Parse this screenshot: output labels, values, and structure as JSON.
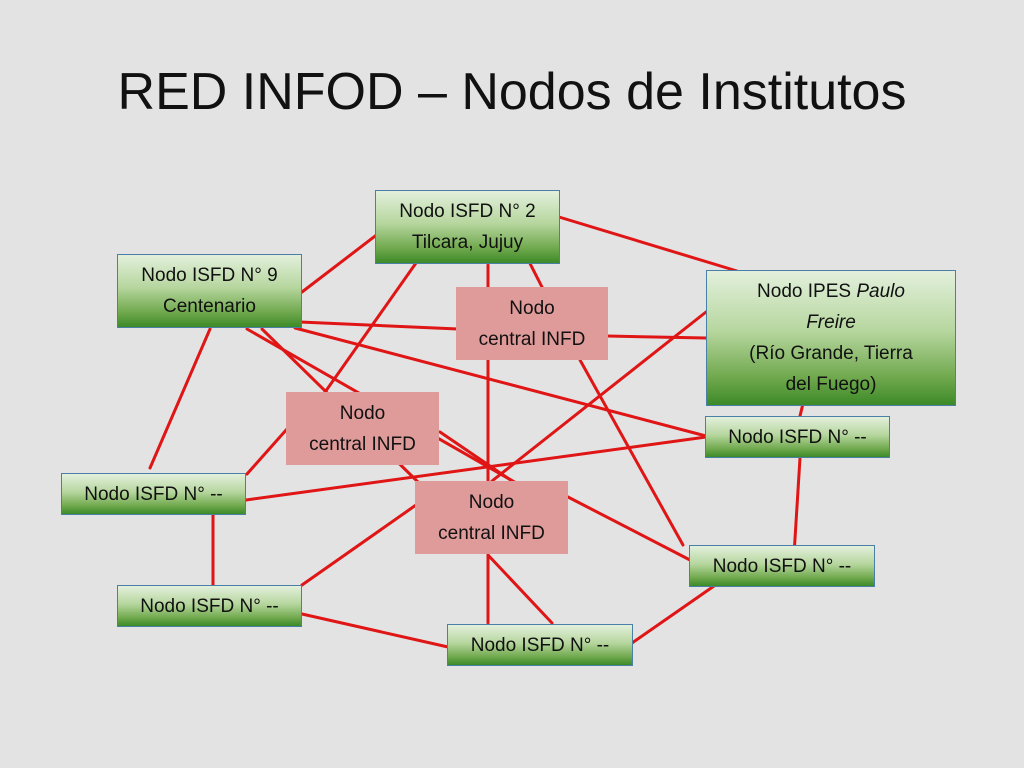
{
  "title": "RED INFOD – Nodos de Institutos",
  "colors": {
    "background": "#e3e3e3",
    "link": "#e01515",
    "central_fill": "#df9a9a",
    "isfd_border": "#4a7fa8"
  },
  "nodes": {
    "isfd2": {
      "lines": [
        "Nodo ISFD N° 2",
        "Tilcara, Jujuy"
      ]
    },
    "isfd9": {
      "lines": [
        "Nodo ISFD N° 9",
        "Centenario"
      ]
    },
    "ipes": {
      "l1a": "Nodo IPES ",
      "l1b": "Paulo",
      "l2": "Freire",
      "l3": "(Río Grande, Tierra",
      "l4": "del Fuego)"
    },
    "central1": {
      "lines": [
        "Nodo",
        "central INFD"
      ]
    },
    "central2": {
      "lines": [
        "Nodo",
        "central INFD"
      ]
    },
    "central3": {
      "lines": [
        "Nodo",
        "central INFD"
      ]
    },
    "isfdR1": {
      "lines": [
        "Nodo ISFD N° --"
      ]
    },
    "isfdL1": {
      "lines": [
        "Nodo ISFD N° --"
      ]
    },
    "isfdR2": {
      "lines": [
        "Nodo ISFD N° --"
      ]
    },
    "isfdL2": {
      "lines": [
        "Nodo ISFD N° --"
      ]
    },
    "isfdB": {
      "lines": [
        "Nodo ISFD N° --"
      ]
    }
  }
}
